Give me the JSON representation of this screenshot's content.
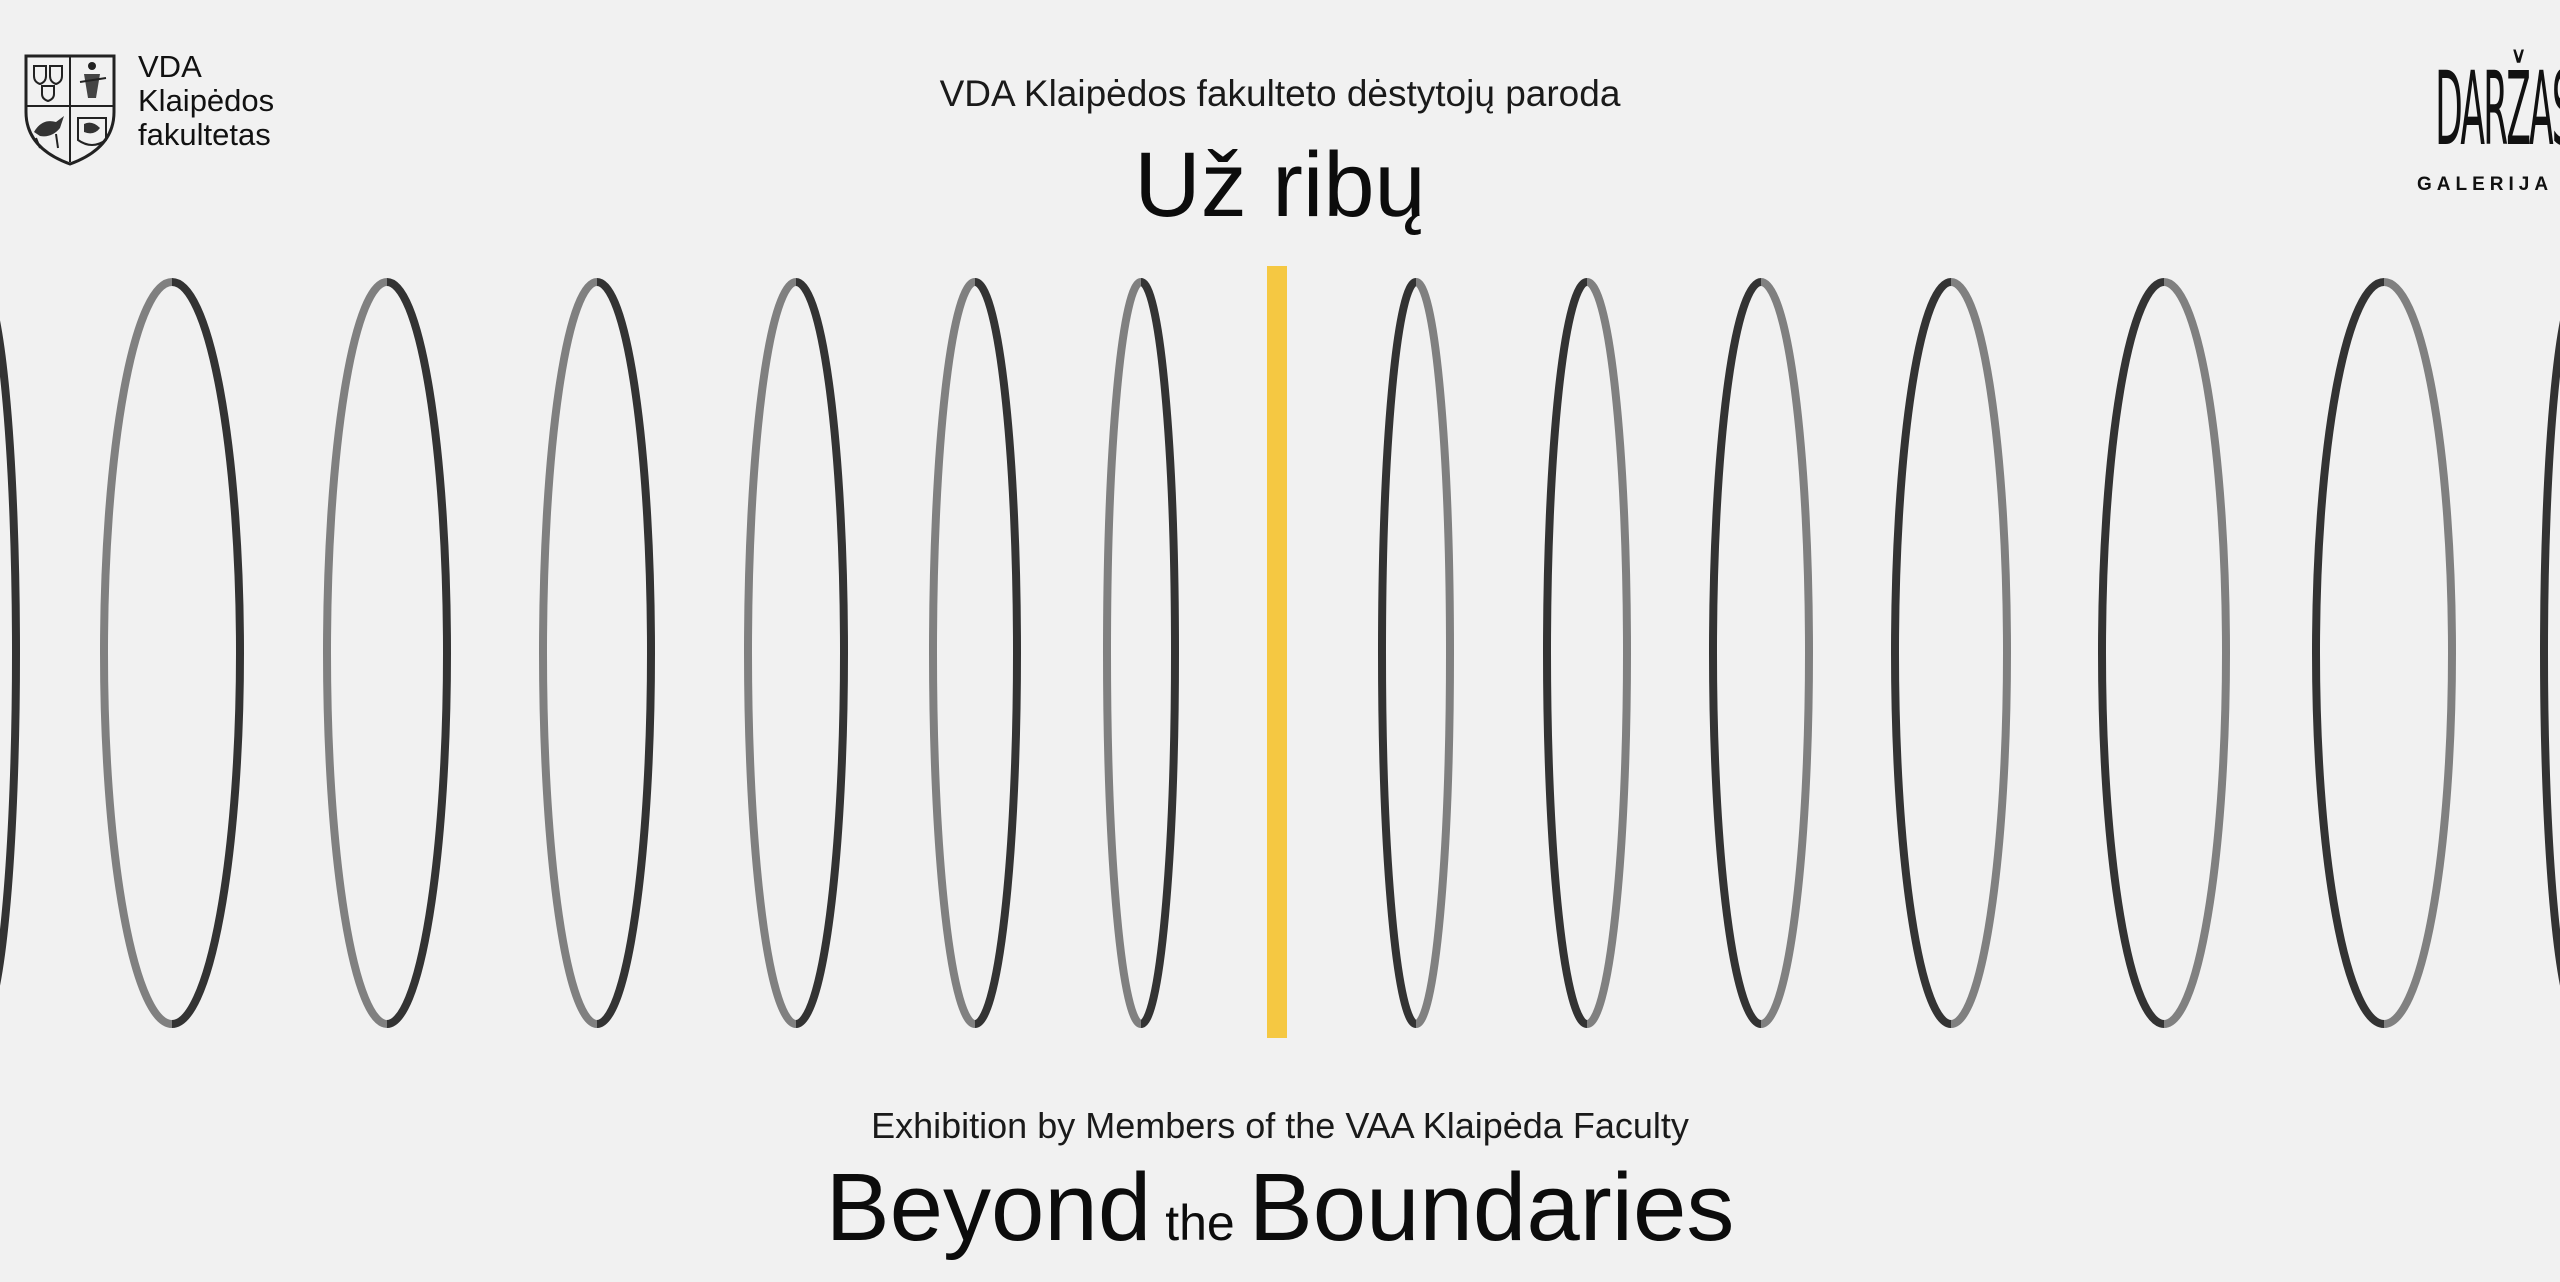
{
  "logos": {
    "vda": {
      "lines": [
        "VDA",
        "Klaipėdos",
        "fakultetas"
      ],
      "icon": "vda-crest-icon"
    },
    "darzas": {
      "main": "DARŽAS",
      "sub": "GALERIJA"
    }
  },
  "header": {
    "subtitle": "VDA Klaipėdos fakulteto dėstytojų paroda",
    "title": "Už ribų"
  },
  "footer": {
    "subtitle": "Exhibition by Members of the VAA Klaipėda Faculty",
    "title_part1": "Beyond",
    "title_small": "the",
    "title_part2": "Boundaries"
  },
  "colors": {
    "background": "#f1f1f1",
    "ring_dark": "#333333",
    "ring_light": "#808080",
    "center_bar": "#f5c842",
    "text": "#111111"
  }
}
